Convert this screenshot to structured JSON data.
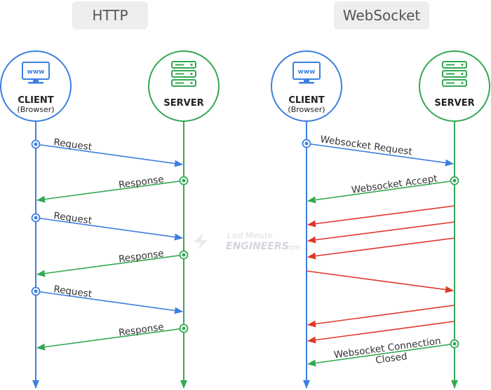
{
  "headers": {
    "http": "HTTP",
    "websocket": "WebSocket"
  },
  "client": {
    "label": "CLIENT",
    "sublabel": "(Browser)",
    "screen_text": "www"
  },
  "server": {
    "label": "SERVER"
  },
  "http_messages": [
    {
      "label": "Request",
      "direction": "client-to-server"
    },
    {
      "label": "Response",
      "direction": "server-to-client"
    },
    {
      "label": "Request",
      "direction": "client-to-server"
    },
    {
      "label": "Response",
      "direction": "server-to-client"
    },
    {
      "label": "Request",
      "direction": "client-to-server"
    },
    {
      "label": "Response",
      "direction": "server-to-client"
    }
  ],
  "ws_messages": [
    {
      "label": "Websocket Request",
      "direction": "client-to-server"
    },
    {
      "label": "Websocket Accept",
      "direction": "server-to-client"
    },
    {
      "label": "",
      "direction": "server-to-client"
    },
    {
      "label": "",
      "direction": "server-to-client"
    },
    {
      "label": "",
      "direction": "server-to-client"
    },
    {
      "label": "",
      "direction": "client-to-server"
    },
    {
      "label": "",
      "direction": "server-to-client"
    },
    {
      "label": "",
      "direction": "server-to-client"
    },
    {
      "label_line1": "Websocket Connection",
      "label_line2": "Closed",
      "direction": "server-to-client"
    }
  ],
  "watermark": {
    "line1": "Last Minute",
    "line2": "ENGINEERS",
    "line3": ".com"
  },
  "colors": {
    "client": "#3d7fe0",
    "server": "#34a853",
    "push": "#e0382e",
    "header_bg": "#eeeeee",
    "header_text": "#555555"
  }
}
